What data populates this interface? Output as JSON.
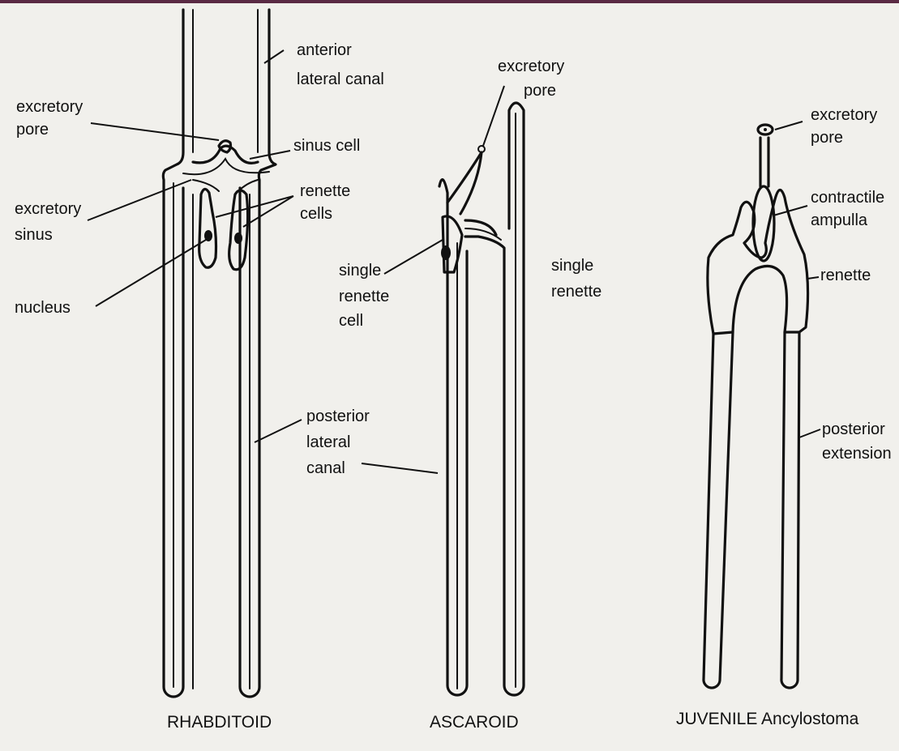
{
  "labels": {
    "anterior_lateral_canal": [
      "anterior",
      "lateral canal"
    ],
    "excretory_pore_left": [
      "excretory",
      "pore"
    ],
    "sinus_cell": "sinus cell",
    "excretory_sinus": [
      "excretory",
      "sinus"
    ],
    "renette_cells": [
      "renette",
      "cells"
    ],
    "nucleus": "nucleus",
    "posterior_lateral_canal": [
      "posterior",
      "lateral",
      "canal"
    ],
    "excretory_pore_mid": [
      "excretory",
      "pore"
    ],
    "single_renette_cell": [
      "single",
      "renette",
      "cell"
    ],
    "single_renette": [
      "single",
      "renette"
    ],
    "excretory_pore_right": [
      "excretory",
      "pore"
    ],
    "contractile_ampulla": [
      "contractile",
      "ampulla"
    ],
    "renette": "renette",
    "posterior_extension": [
      "posterior",
      "extension"
    ]
  },
  "captions": {
    "rhabditoid": "RHABDITOID",
    "ascaroid": "ASCAROID",
    "juvenile": "JUVENILE Ancylostoma"
  },
  "colors": {
    "ink": "#111111",
    "paper": "#f1f0ec",
    "top_border": "#5a2a44"
  }
}
